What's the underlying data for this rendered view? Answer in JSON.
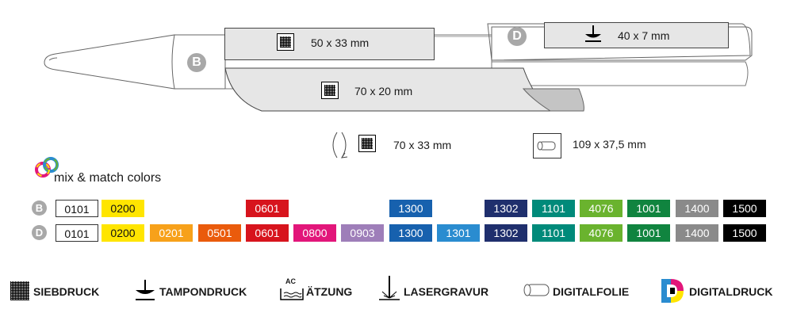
{
  "print_areas": {
    "b_marker": "B",
    "d_marker": "D",
    "clip": {
      "size": "50 x 33 mm"
    },
    "top": {
      "size": "40 x 7 mm"
    },
    "barrel": {
      "size": "70 x 20 mm"
    },
    "rotation": {
      "size": "70 x 33 mm"
    },
    "foil": {
      "size": "109 x 37,5 mm"
    }
  },
  "mix_match": {
    "label": "mix & match colors"
  },
  "color_rows": {
    "B": {
      "marker": "B",
      "chips": [
        {
          "code": "0101",
          "color": "#ffffff"
        },
        {
          "code": "0200",
          "color": "#ffe500"
        },
        {
          "code": "0601",
          "color": "#d7141d"
        },
        {
          "code": "1300",
          "color": "#1761ae"
        },
        {
          "code": "1302",
          "color": "#1f2f6d"
        },
        {
          "code": "1101",
          "color": "#008a7a"
        },
        {
          "code": "4076",
          "color": "#6ab32e"
        },
        {
          "code": "1001",
          "color": "#10843f"
        },
        {
          "code": "1400",
          "color": "#8a8a8a"
        },
        {
          "code": "1500",
          "color": "#000000"
        }
      ]
    },
    "D": {
      "marker": "D",
      "chips": [
        {
          "code": "0101",
          "color": "#ffffff"
        },
        {
          "code": "0200",
          "color": "#ffe500"
        },
        {
          "code": "0201",
          "color": "#f7a11a"
        },
        {
          "code": "0501",
          "color": "#ea5b0c"
        },
        {
          "code": "0601",
          "color": "#d7141d"
        },
        {
          "code": "0800",
          "color": "#e2167a"
        },
        {
          "code": "0903",
          "color": "#9e7eb9"
        },
        {
          "code": "1300",
          "color": "#1761ae"
        },
        {
          "code": "1301",
          "color": "#2a8cd0"
        },
        {
          "code": "1302",
          "color": "#1f2f6d"
        },
        {
          "code": "1101",
          "color": "#008a7a"
        },
        {
          "code": "4076",
          "color": "#6ab32e"
        },
        {
          "code": "1001",
          "color": "#10843f"
        },
        {
          "code": "1400",
          "color": "#8a8a8a"
        },
        {
          "code": "1500",
          "color": "#000000"
        }
      ]
    }
  },
  "legend": {
    "siebdruck": "SIEBDRUCK",
    "tampondruck": "TAMPONDRUCK",
    "aetzung": "ÄTZUNG",
    "aetzung_icon_text": "AC",
    "lasergravur": "LASERGRAVUR",
    "digitalfolie": "DIGITALFOLIE",
    "digitaldruck": "DIGITALDRUCK"
  }
}
